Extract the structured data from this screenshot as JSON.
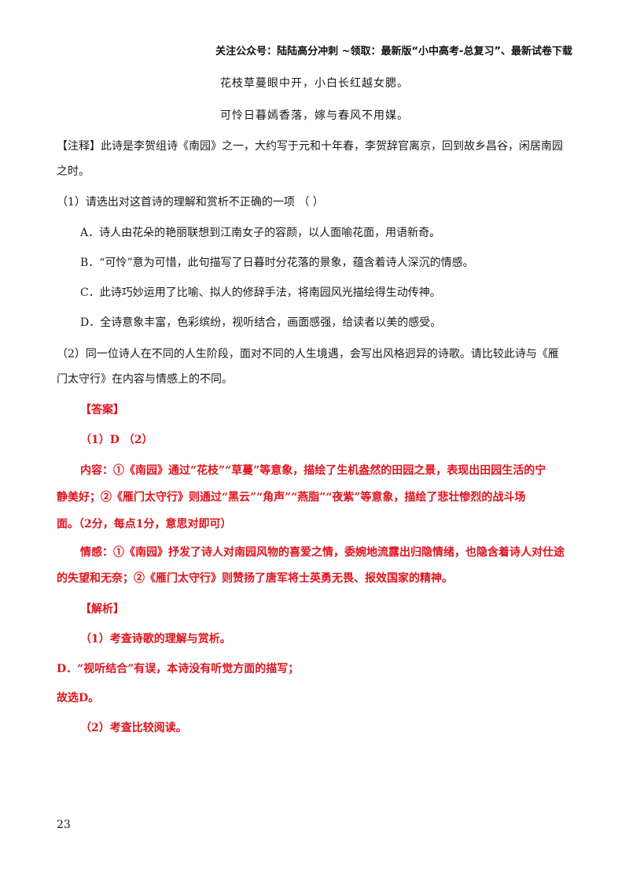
{
  "header": {
    "text": "关注公众号：陆陆高分冲刺  ~领取：最新版“小中高考-总复习”、最新试卷下载"
  },
  "poem": {
    "line1": "花枝草蔓眼中开，小白长红越女腮。",
    "line2": "可怜日暮嫣香落，嫁与春风不用媒。"
  },
  "note": {
    "line1": "【注释】此诗是李贺组诗《南园》之一，大约写于元和十年春，李贺辞官离京，回到故乡昌谷，闲居南园",
    "line2": "之时。"
  },
  "question1": {
    "stem": "（1）请选出对这首诗的理解和赏析不正确的一项 （          ）",
    "options": [
      "A．诗人由花朵的艳丽联想到江南女子的容颜，以人面喻花面，用语新奇。",
      "B．“可怜”意为可惜，此句描写了日暮时分花落的景象，蕴含着诗人深沉的情感。",
      "C．此诗巧妙运用了比喻、拟人的修辞手法，将南园风光描绘得生动传神。",
      "D．全诗意象丰富，色彩缤纷，视听结合，画面感强，给读者以美的感受。"
    ]
  },
  "question2": {
    "line1": "（2）同一位诗人在不同的人生阶段，面对不同的人生境遇，会写出风格迥异的诗歌。请比较此诗与《雁",
    "line2": "门太守行》在内容与情感上的不同。"
  },
  "answer": {
    "heading": "【答案】",
    "key": "（1）D      （2）",
    "content_line1": "内容：①《南园》通过“花枝”“草蔓”等意象，描绘了生机盎然的田园之景，表现出田园生活的宁",
    "content_line2": "静美好；②《雁门太守行》则通过“黑云”“角声”“燕脂”“夜紫”等意象，描绘了悲壮惨烈的战斗场",
    "content_line3": "面。（2分，每点1分，意思对即可）",
    "emotion_line1": "情感：①《南园》抒发了诗人对南园风物的喜爱之情，委婉地流露出归隐情绪，也隐含着诗人对仕途",
    "emotion_line2": "的失望和无奈；②《雁门太守行》则赞扬了唐军将士英勇无畏、报效国家的精神。"
  },
  "analysis": {
    "heading": "【解析】",
    "line1": "（1）考查诗歌的理解与赏析。",
    "line2": "D．“视听结合”有误，本诗没有听觉方面的描写；",
    "line3": "故选D。",
    "line4": "（2）考查比较阅读。"
  },
  "page_number": "23"
}
